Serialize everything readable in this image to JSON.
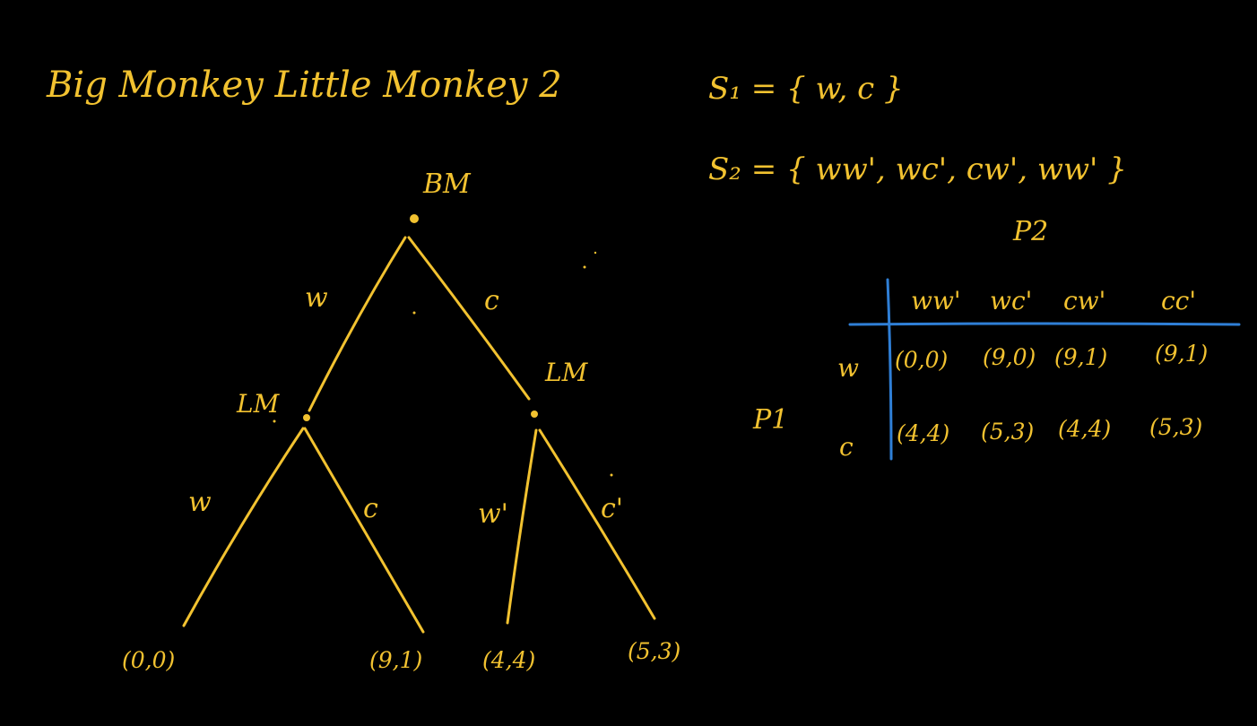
{
  "title": "Big Monkey Little Monkey 2",
  "colors": {
    "background": "#000000",
    "ink": "#f2c230",
    "table_lines": "#2f7fd6"
  },
  "tree": {
    "root": {
      "label": "BM"
    },
    "root_branches": {
      "left": "w",
      "right": "c"
    },
    "left_node": {
      "label": "LM"
    },
    "right_node": {
      "label": "LM"
    },
    "left_branches": {
      "left": "w",
      "right": "c"
    },
    "right_branches": {
      "left": "w'",
      "right": "c'"
    },
    "leaves": [
      "(0,0)",
      "(9,1)",
      "(4,4)",
      "(5,3)"
    ]
  },
  "strategy_sets": {
    "s1": "S₁ = { w, c }",
    "s2": "S₂ = { ww', wc', cw', ww' }"
  },
  "matrix": {
    "col_player": "P2",
    "row_player": "P1",
    "columns": [
      "ww'",
      "wc'",
      "cw'",
      "cc'"
    ],
    "rows": [
      {
        "label": "w",
        "cells": [
          "(0,0)",
          "(9,0)",
          "(9,1)",
          "(9,1)"
        ]
      },
      {
        "label": "c",
        "cells": [
          "(4,4)",
          "(5,3)",
          "(4,4)",
          "(5,3)"
        ]
      }
    ]
  }
}
